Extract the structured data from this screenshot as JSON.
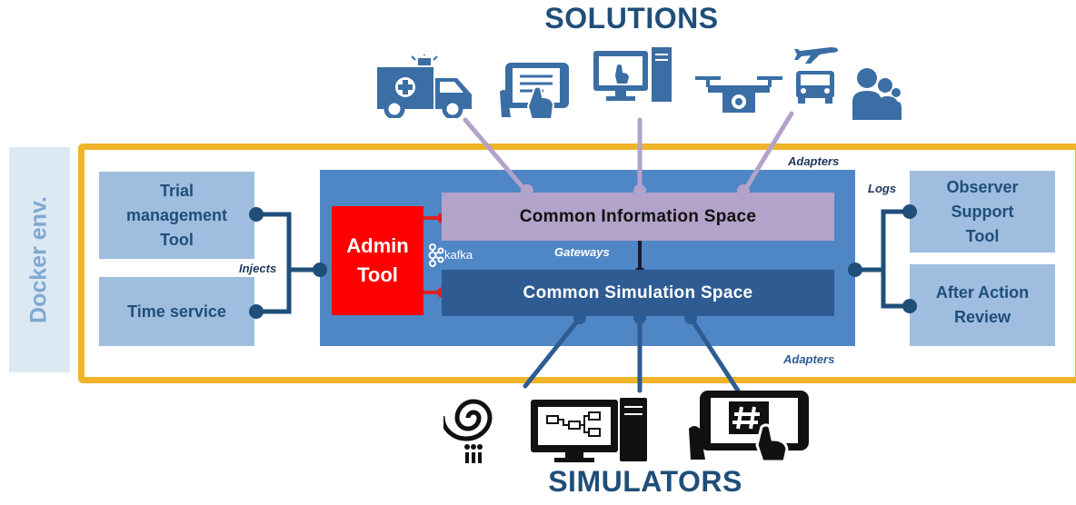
{
  "solutions_title": "SOLUTIONS",
  "simulators_title": "SIMULATORS",
  "docker_label": "Docker env.",
  "left_boxes": {
    "trial_management": "Trial management Tool",
    "time_service": "Time service"
  },
  "right_boxes": {
    "observer_support": "Observer Support Tool",
    "after_action": "After Action Review"
  },
  "center": {
    "admin_tool": "Admin Tool",
    "common_information_space": "Common Information Space",
    "common_simulation_space": "Common Simulation Space",
    "kafka": "kafka",
    "gateways": "Gateways"
  },
  "annotations": {
    "injects": "Injects",
    "logs": "Logs",
    "adapters_top": "Adapters",
    "adapters_bottom": "Adapters"
  },
  "colors": {
    "title": "#1f4e79",
    "frame": "#f0b429",
    "core": "#4f86c6",
    "side_box": "#9fbddf",
    "cis": "#b3a2c9",
    "css": "#2e5b92",
    "admin": "#ff0000",
    "connector": "#1f4e79",
    "icon": "#3a6ea5"
  },
  "solution_icons": [
    "ambulance-icon",
    "tablet-touch-icon",
    "desktop-computer-icon",
    "drone-icon",
    "airplane-truck-icon",
    "people-icon"
  ],
  "simulator_icons": [
    "spiral-logo-icon",
    "simulation-workstation-icon",
    "tablet-hash-icon"
  ]
}
